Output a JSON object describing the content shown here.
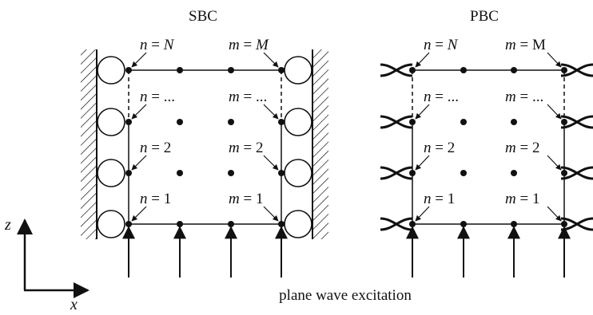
{
  "panels": {
    "left": {
      "title": "SBC",
      "labels": {
        "n_top_var": "n",
        "n_top_eq": " = ",
        "n_top_val": "N",
        "m_top_var": "m",
        "m_top_eq": " = ",
        "m_top_val": "M",
        "n_dots_var": "n",
        "n_dots_eq": " = ...",
        "m_dots_var": "m",
        "m_dots_eq": " = ...",
        "n_2_var": "n",
        "n_2_eq": " = 2",
        "m_2_var": "m",
        "m_2_eq": " = 2",
        "n_1_var": "n",
        "n_1_eq": " = 1",
        "m_1_var": "m",
        "m_1_eq": " = 1"
      }
    },
    "right": {
      "title": "PBC",
      "labels": {
        "n_top_var": "n",
        "n_top_eq": " = ",
        "n_top_val": "N",
        "m_top_var": "m",
        "m_top_eq": " = ",
        "m_top_val": "M",
        "n_dots_var": "n",
        "n_dots_eq": " = ...",
        "m_dots_var": "m",
        "m_dots_eq": " = ...",
        "n_2_var": "n",
        "n_2_eq": " = 2",
        "m_2_var": "m",
        "m_2_eq": " = 2",
        "n_1_var": "n",
        "n_1_eq": " = 1",
        "m_1_var": "m",
        "m_1_eq": " = 1"
      }
    }
  },
  "axes": {
    "z_label": "z",
    "x_label": "x"
  },
  "caption": "plane wave excitation"
}
